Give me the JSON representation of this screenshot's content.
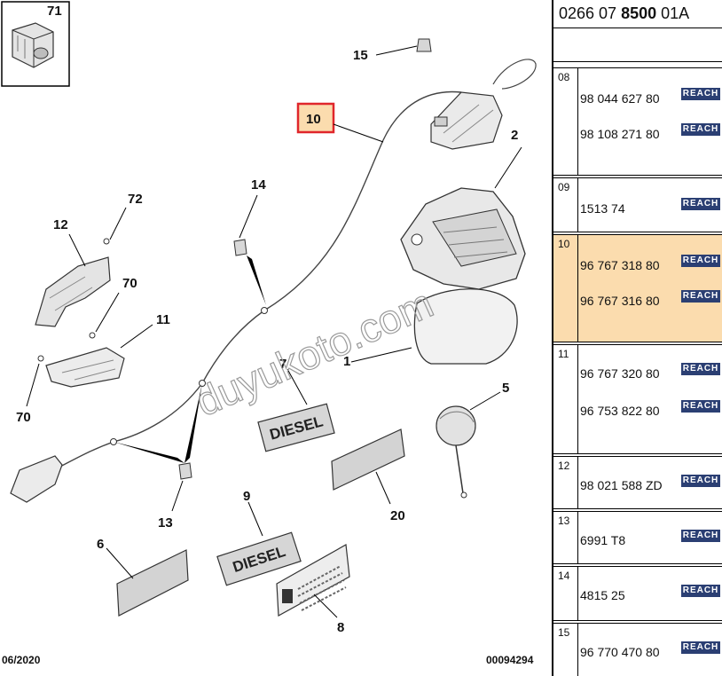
{
  "header": {
    "prefix": "0266 07 ",
    "bold": "8500",
    "suffix": " 01A"
  },
  "callouts": {
    "c71": "71",
    "c15": "15",
    "c10": "10",
    "c2": "2",
    "c14": "14",
    "c72": "72",
    "c12": "12",
    "c70a": "70",
    "c11": "11",
    "c70b": "70",
    "c7": "7",
    "c1": "1",
    "c5": "5",
    "c13": "13",
    "c20": "20",
    "c9": "9",
    "c6": "6",
    "c8": "8"
  },
  "labels": {
    "diesel_1": "DIESEL",
    "diesel_2": "DIESEL"
  },
  "watermark": "duyukoto.com",
  "footer": {
    "date": "06/2020",
    "code": "00094294"
  },
  "badge_label": "REACH",
  "groups": [
    {
      "pos": "08",
      "refs": [
        "98 044 627 80",
        "98 108 271 80"
      ]
    },
    {
      "pos": "09",
      "refs": [
        "1513 74"
      ]
    },
    {
      "pos": "10",
      "refs": [
        "96 767 318 80",
        "96 767 316 80"
      ]
    },
    {
      "pos": "11",
      "refs": [
        "96 767 320 80",
        "96 753 822 80"
      ]
    },
    {
      "pos": "12",
      "refs": [
        "98 021 588 ZD"
      ]
    },
    {
      "pos": "13",
      "refs": [
        "6991 T8"
      ]
    },
    {
      "pos": "14",
      "refs": [
        "4815 25"
      ]
    },
    {
      "pos": "15",
      "refs": [
        "96 770 470 80"
      ]
    }
  ],
  "colors": {
    "highlight_row": "#fbdcae",
    "highlight_box": "#e0262b",
    "badge": "#2b3f73"
  }
}
